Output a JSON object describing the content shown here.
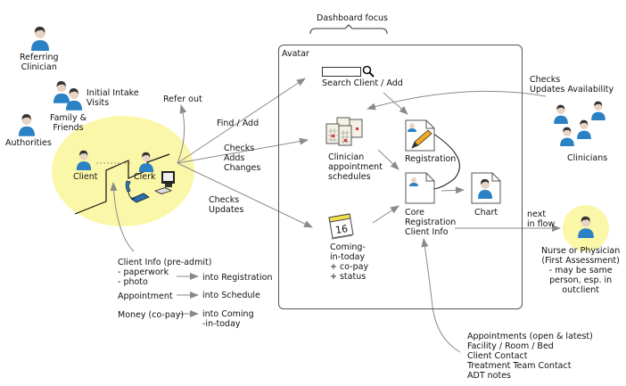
{
  "diagram": {
    "title": "Dashboard focus",
    "container_label": "Avatar",
    "actors": {
      "referring_clinician": "Referring\nClinician",
      "initial_intake": "Initial Intake\nVisits",
      "family_friends": "Family &\nFriends",
      "authorities": "Authorities",
      "client": "Client",
      "clerk": "Clerk",
      "clinicians": "Clinicians",
      "nurse_physician": "Nurse or Physician\n(First Assessment)\n- may be same\nperson, esp. in\noutclient"
    },
    "flows": {
      "refer_out": "Refer out",
      "find_add": "Find / Add",
      "checks_adds_changes": "Checks\nAdds\nChanges",
      "checks_updates": "Checks\nUpdates",
      "clinicians_checks": "Checks\nUpdates Availability",
      "next_in_flow": "next\nin flow"
    },
    "nodes": {
      "search": "Search Client / Add",
      "schedules": "Clinician\nappointment\nschedules",
      "registration": "Registration",
      "core_registration": "Core\nRegistration\nClient Info",
      "chart": "Chart",
      "coming_in_today": "Coming-\nin-today\n+ co-pay\n+ status",
      "calendar_day": "16"
    },
    "inputs": {
      "client_info": "Client Info (pre-admit)\n- paperwork\n- photo",
      "into_registration": "into Registration",
      "appointment": "Appointment",
      "into_schedule": "into Schedule",
      "money": "Money (co-pay)",
      "into_coming": "into Coming\n-in-today"
    },
    "core_details": "Appointments (open & latest)\nFacility / Room / Bed\nClient Contact\nTreatment Team Contact\nADT notes"
  },
  "colors": {
    "highlight": "#fbf7a8",
    "person_body": "#2a82c4",
    "arrow": "#8a8a8a"
  }
}
